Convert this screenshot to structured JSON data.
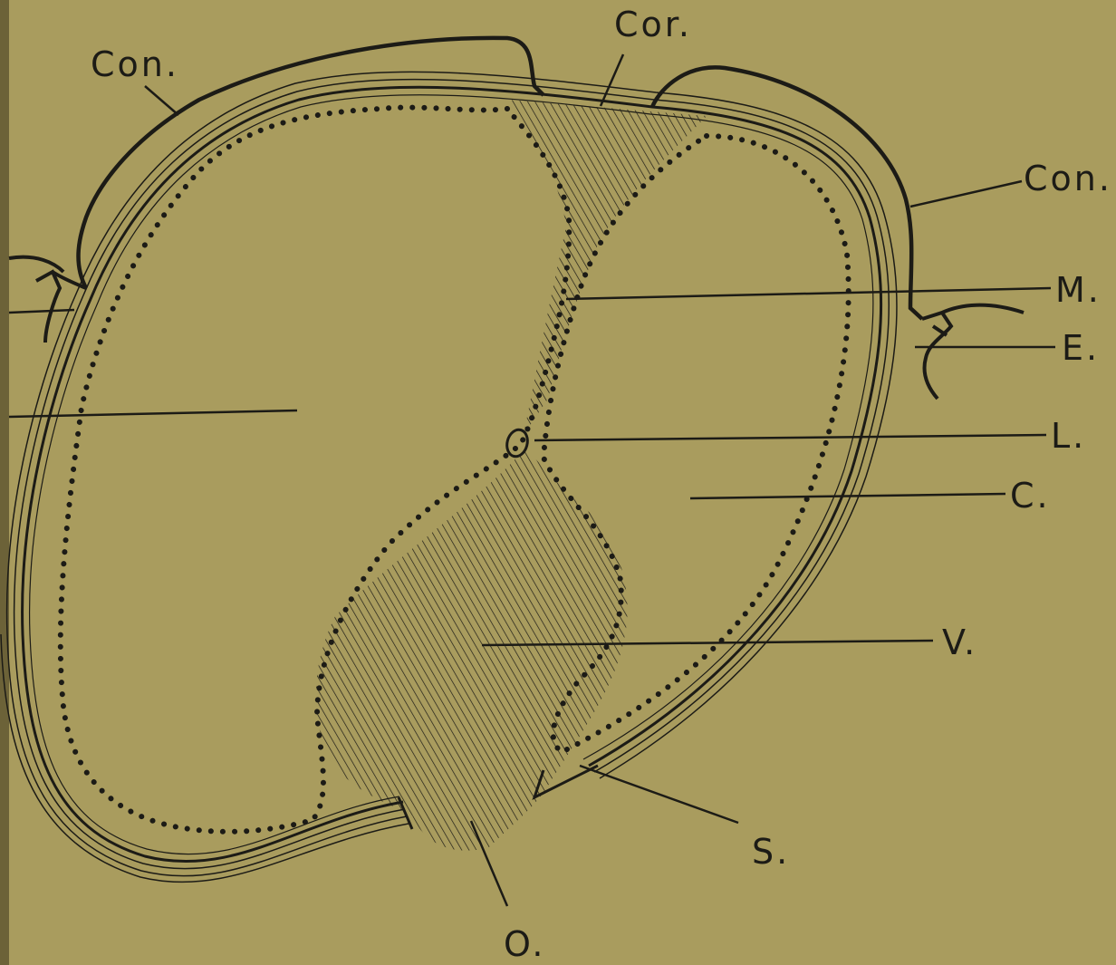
{
  "diagram": {
    "paper_color": "#a99c5e",
    "ink_color": "#1c1b16",
    "labels": {
      "con_left": "Con.",
      "cor": "Cor.",
      "con_right": "Con.",
      "m": "M.",
      "e": "E.",
      "l": "L.",
      "c": "C.",
      "v": "V.",
      "s": "S.",
      "o": "O."
    }
  }
}
